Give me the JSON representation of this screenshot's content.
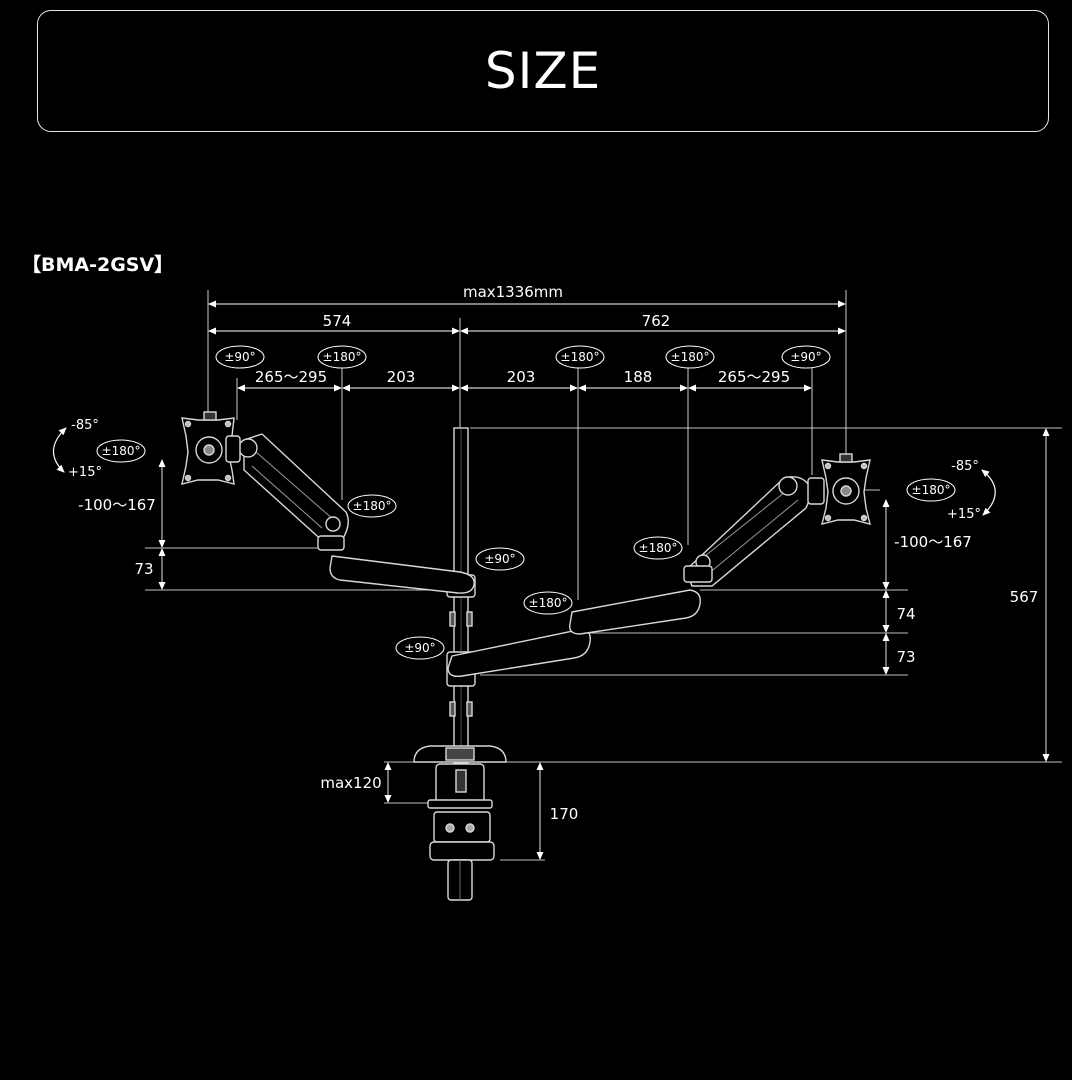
{
  "header": {
    "title": "SIZE"
  },
  "model": "【BMA-2GSV】",
  "dims": {
    "total": "max1336mm",
    "left_span": "574",
    "right_span": "762",
    "l_vesa_to_joint": "265〜295",
    "l_joint_to_pole": "203",
    "r_pole_to_joint1": "203",
    "r_joint1_to_joint2": "188",
    "r_joint2_to_vesa": "265〜295",
    "l_height_range": "-100〜167",
    "l_arm_height": "73",
    "r_height_range": "-100〜167",
    "r_lower_gap": "74",
    "r_arm_height": "73",
    "pole_height": "567",
    "desk_thickness": "max120",
    "clamp_height": "170"
  },
  "angles": {
    "l_vesa_top": "±90°",
    "l_elbow_top": "±180°",
    "r_j1_top": "±180°",
    "r_j2_top": "±180°",
    "r_vesa_top": "±90°",
    "l_swivel": "±180°",
    "l_tilt_up": "-85°",
    "l_tilt_down": "+15°",
    "l_elbow": "±180°",
    "l_pole": "±90°",
    "r_elbow": "±180°",
    "r_mid": "±180°",
    "r_pole": "±90°",
    "r_swivel": "±180°",
    "r_tilt_up": "-85°",
    "r_tilt_down": "+15°"
  },
  "colors": {
    "line": "#ffffff",
    "arm": "#d8d8d8",
    "bg": "#000000"
  }
}
